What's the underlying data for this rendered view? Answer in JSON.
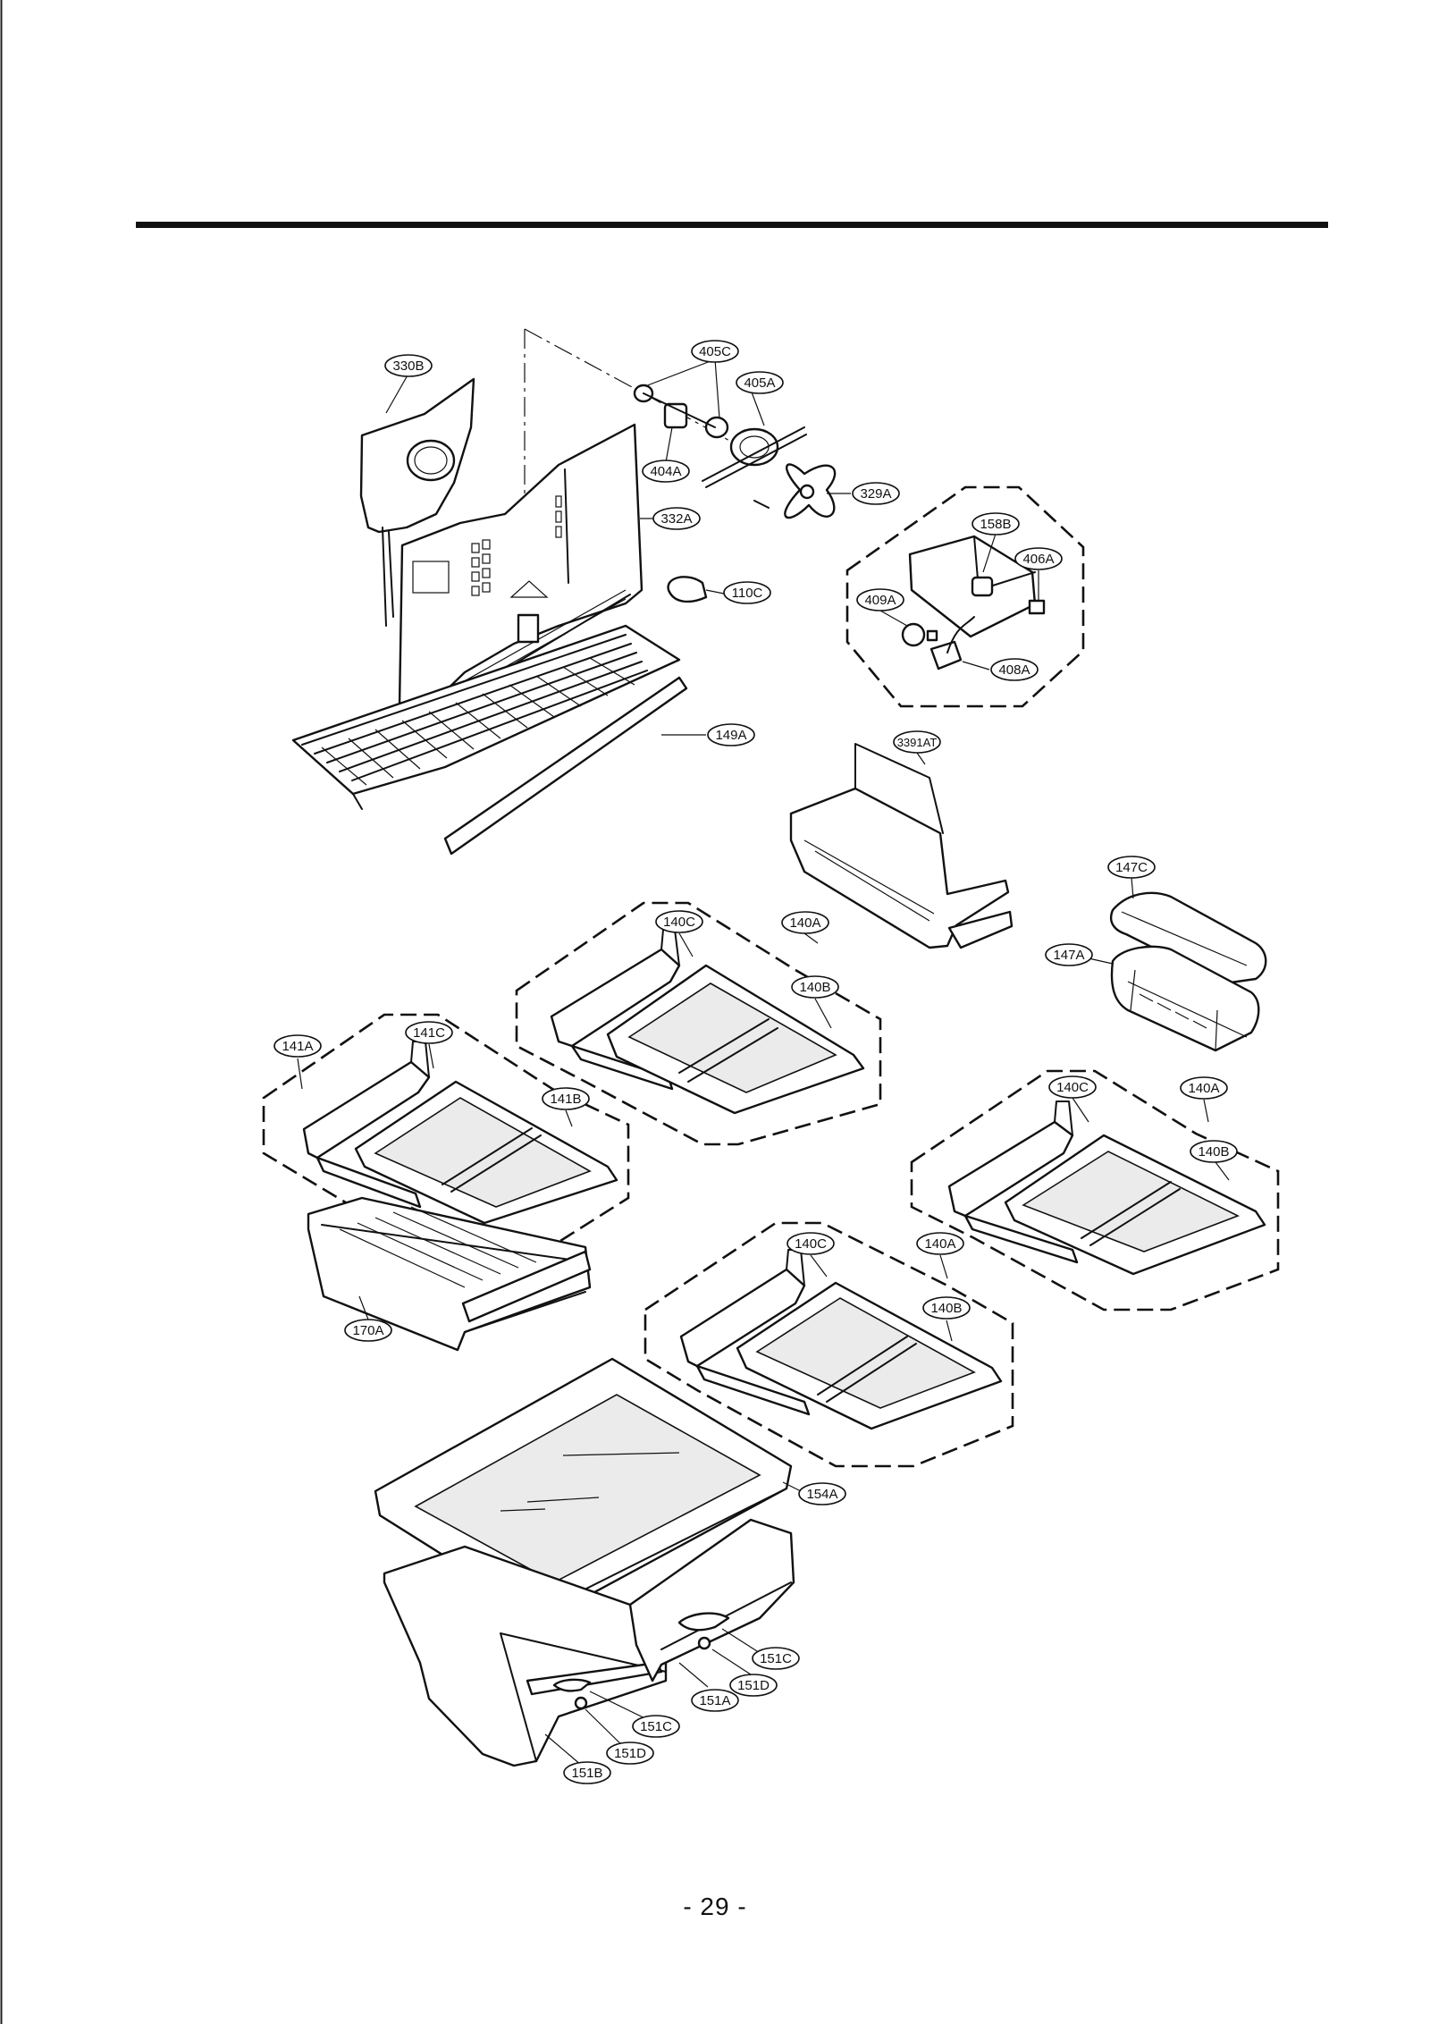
{
  "page": {
    "number": "- 29 -"
  },
  "callouts": {
    "330B": "330B",
    "405C": "405C",
    "405A": "405A",
    "404A": "404A",
    "329A": "329A",
    "332A": "332A",
    "110C": "110C",
    "158B": "158B",
    "406A": "406A",
    "409A": "409A",
    "408A": "408A",
    "149A": "149A",
    "3391AT": "3391AT",
    "147C": "147C",
    "147A": "147A",
    "140C_a": "140C",
    "140A_a": "140A",
    "140B_a": "140B",
    "141A": "141A",
    "141C": "141C",
    "141B": "141B",
    "140C_b": "140C",
    "140A_b": "140A",
    "140B_b": "140B",
    "140C_c": "140C",
    "140A_c": "140A",
    "140B_c": "140B",
    "170A": "170A",
    "154A": "154A",
    "151C_a": "151C",
    "151D_a": "151D",
    "151A": "151A",
    "151C_b": "151C",
    "151D_b": "151D",
    "151B": "151B"
  },
  "colors": {
    "line": "#111111",
    "paper": "#ffffff",
    "glass": "#ebebeb"
  }
}
